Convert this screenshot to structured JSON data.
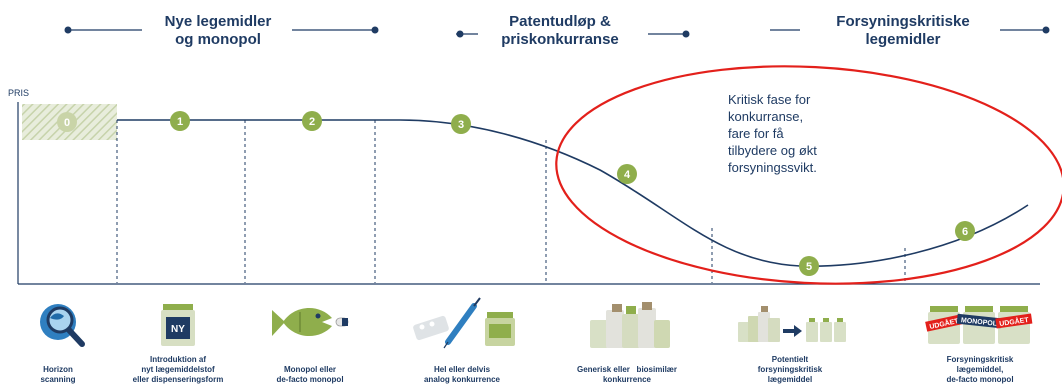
{
  "phases": [
    {
      "line1": "Nye legemidler",
      "line2": "og monopol"
    },
    {
      "line1": "Patentudløp &",
      "line2": "priskonkurranse"
    },
    {
      "line1": "Forsyningskritiske",
      "line2": "legemidler"
    }
  ],
  "axis_label": "PRIS",
  "callout": [
    "Kritisk fase for",
    "konkurranse,",
    "fare for få",
    "tilbydere og økt",
    "forsyningssvikt."
  ],
  "stages": [
    {
      "num": "0",
      "caption": [
        "Horizon",
        "scanning"
      ],
      "icon": "horizon-scanning-icon"
    },
    {
      "num": "1",
      "caption": [
        "Introduktion af",
        "nyt lægemiddelstof",
        "eller dispenseringsform"
      ],
      "icon": "new-drug-bottle-icon"
    },
    {
      "num": "2",
      "caption": [
        "Monopol eller",
        "de-facto monopol"
      ],
      "icon": "fish-eating-pill-icon"
    },
    {
      "num": "3",
      "caption": [
        "Hel eller delvis",
        "analog konkurrence"
      ],
      "icon": "syringe-and-pills-icon"
    },
    {
      "num": "4",
      "caption": [
        "Generisk eller   biosimilær",
        "konkurrence"
      ],
      "icon": "generic-bottles-icon"
    },
    {
      "num": "5",
      "caption": [
        "Potentielt",
        "forsyningskritisk",
        "lægemiddel"
      ],
      "icon": "bottles-transition-icon"
    },
    {
      "num": "6",
      "caption": [
        "Forsyningskritisk",
        "lægemiddel,",
        "de-facto monopol"
      ],
      "icon": "labeled-bottles-icon"
    }
  ],
  "tags": {
    "left": "UDGÅET",
    "middle": "MONOPOL",
    "right": "UDGÅET"
  },
  "icon_labels": {
    "ny": "NY"
  },
  "colors": {
    "navy": "#1f3b63",
    "green": "#8fae4c",
    "red": "#e3201b",
    "blue_icon": "#2f7fc0"
  }
}
